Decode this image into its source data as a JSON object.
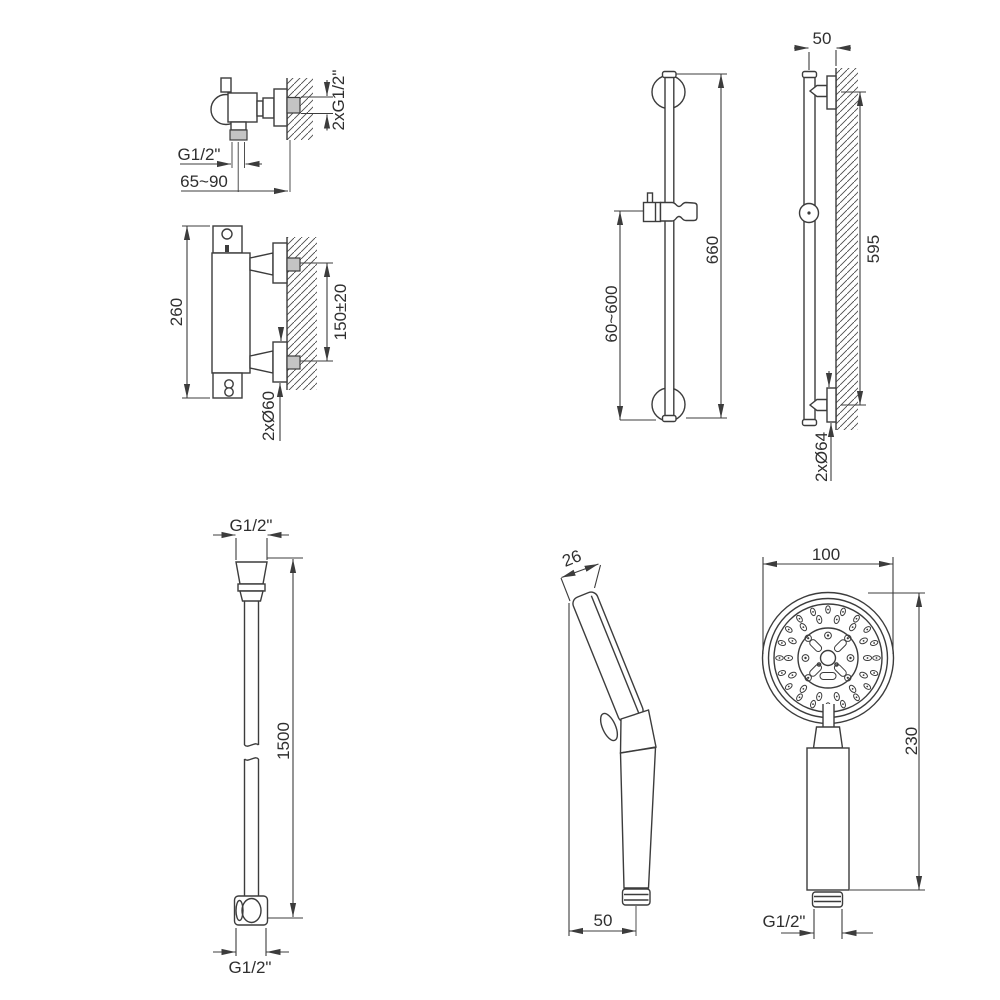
{
  "drawing": {
    "type": "technical installation drawing",
    "product": "shower set (thermostatic mixer, slide rail, hose, hand shower)",
    "colors": {
      "line": "#3c3c3c",
      "connector_fill": "#c4c4c4",
      "background": "#ffffff"
    }
  },
  "views": {
    "mixer_side": {
      "labels": {
        "outlet_thread": "G1/2\"",
        "wall_distance": "65~90",
        "inlet_threads": "2xG1/2\""
      }
    },
    "mixer_front": {
      "labels": {
        "height": "260",
        "inlet_spacing": "150±20",
        "escutcheon": "2xØ60"
      }
    },
    "rail_front": {
      "labels": {
        "length": "660",
        "holder_range": "60~600"
      }
    },
    "rail_side": {
      "labels": {
        "depth": "50",
        "mount_spacing": "595",
        "escutcheon": "2xØ64"
      }
    },
    "hose": {
      "labels": {
        "top_thread": "G1/2\"",
        "length": "1500",
        "bottom_thread": "G1/2\""
      }
    },
    "handshower_side": {
      "labels": {
        "head_thickness": "26",
        "head_offset": "50"
      }
    },
    "handshower_front": {
      "labels": {
        "head_diameter": "100",
        "length": "230",
        "thread": "G1/2\""
      }
    }
  }
}
